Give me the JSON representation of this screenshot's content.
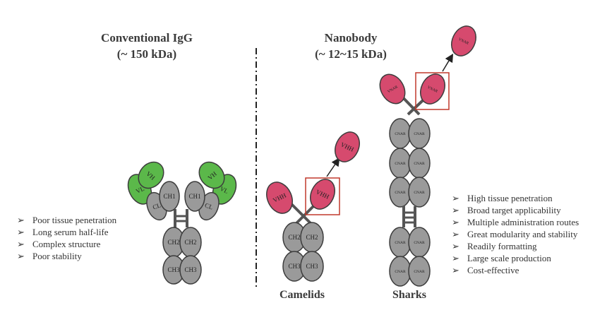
{
  "igg": {
    "title": "Conventional IgG",
    "subtitle": "(~ 150 kDa)",
    "bullets": [
      "Poor tissue penetration",
      "Long serum half-life",
      "Complex structure",
      "Poor stability"
    ],
    "domain_labels": {
      "vh": "VH",
      "vl": "VL",
      "ch1": "CH1",
      "cl": "CL",
      "ch2": "CH2",
      "ch3": "CH3"
    }
  },
  "nanobody": {
    "title": "Nanobody",
    "subtitle": "(~ 12~15 kDa)",
    "camelids_label": "Camelids",
    "sharks_label": "Sharks",
    "bullets": [
      "High tissue penetration",
      "Broad target applicability",
      "Multiple administration routes",
      "Great modularity and stability",
      "Readily formatting",
      "Large scale production",
      "Cost-effective"
    ],
    "domain_labels": {
      "vhh": "VHH",
      "ch2": "CH2",
      "ch3": "CH3",
      "vnar": "VNAR",
      "cnar": "CNAR"
    }
  },
  "colors": {
    "green": "#5bb84a",
    "pink": "#d64a6e",
    "gray": "#9a9a9a",
    "outline": "#3c3c3c",
    "box": "#c0392b",
    "divider": "#222222"
  },
  "bullet_glyph": "➢"
}
